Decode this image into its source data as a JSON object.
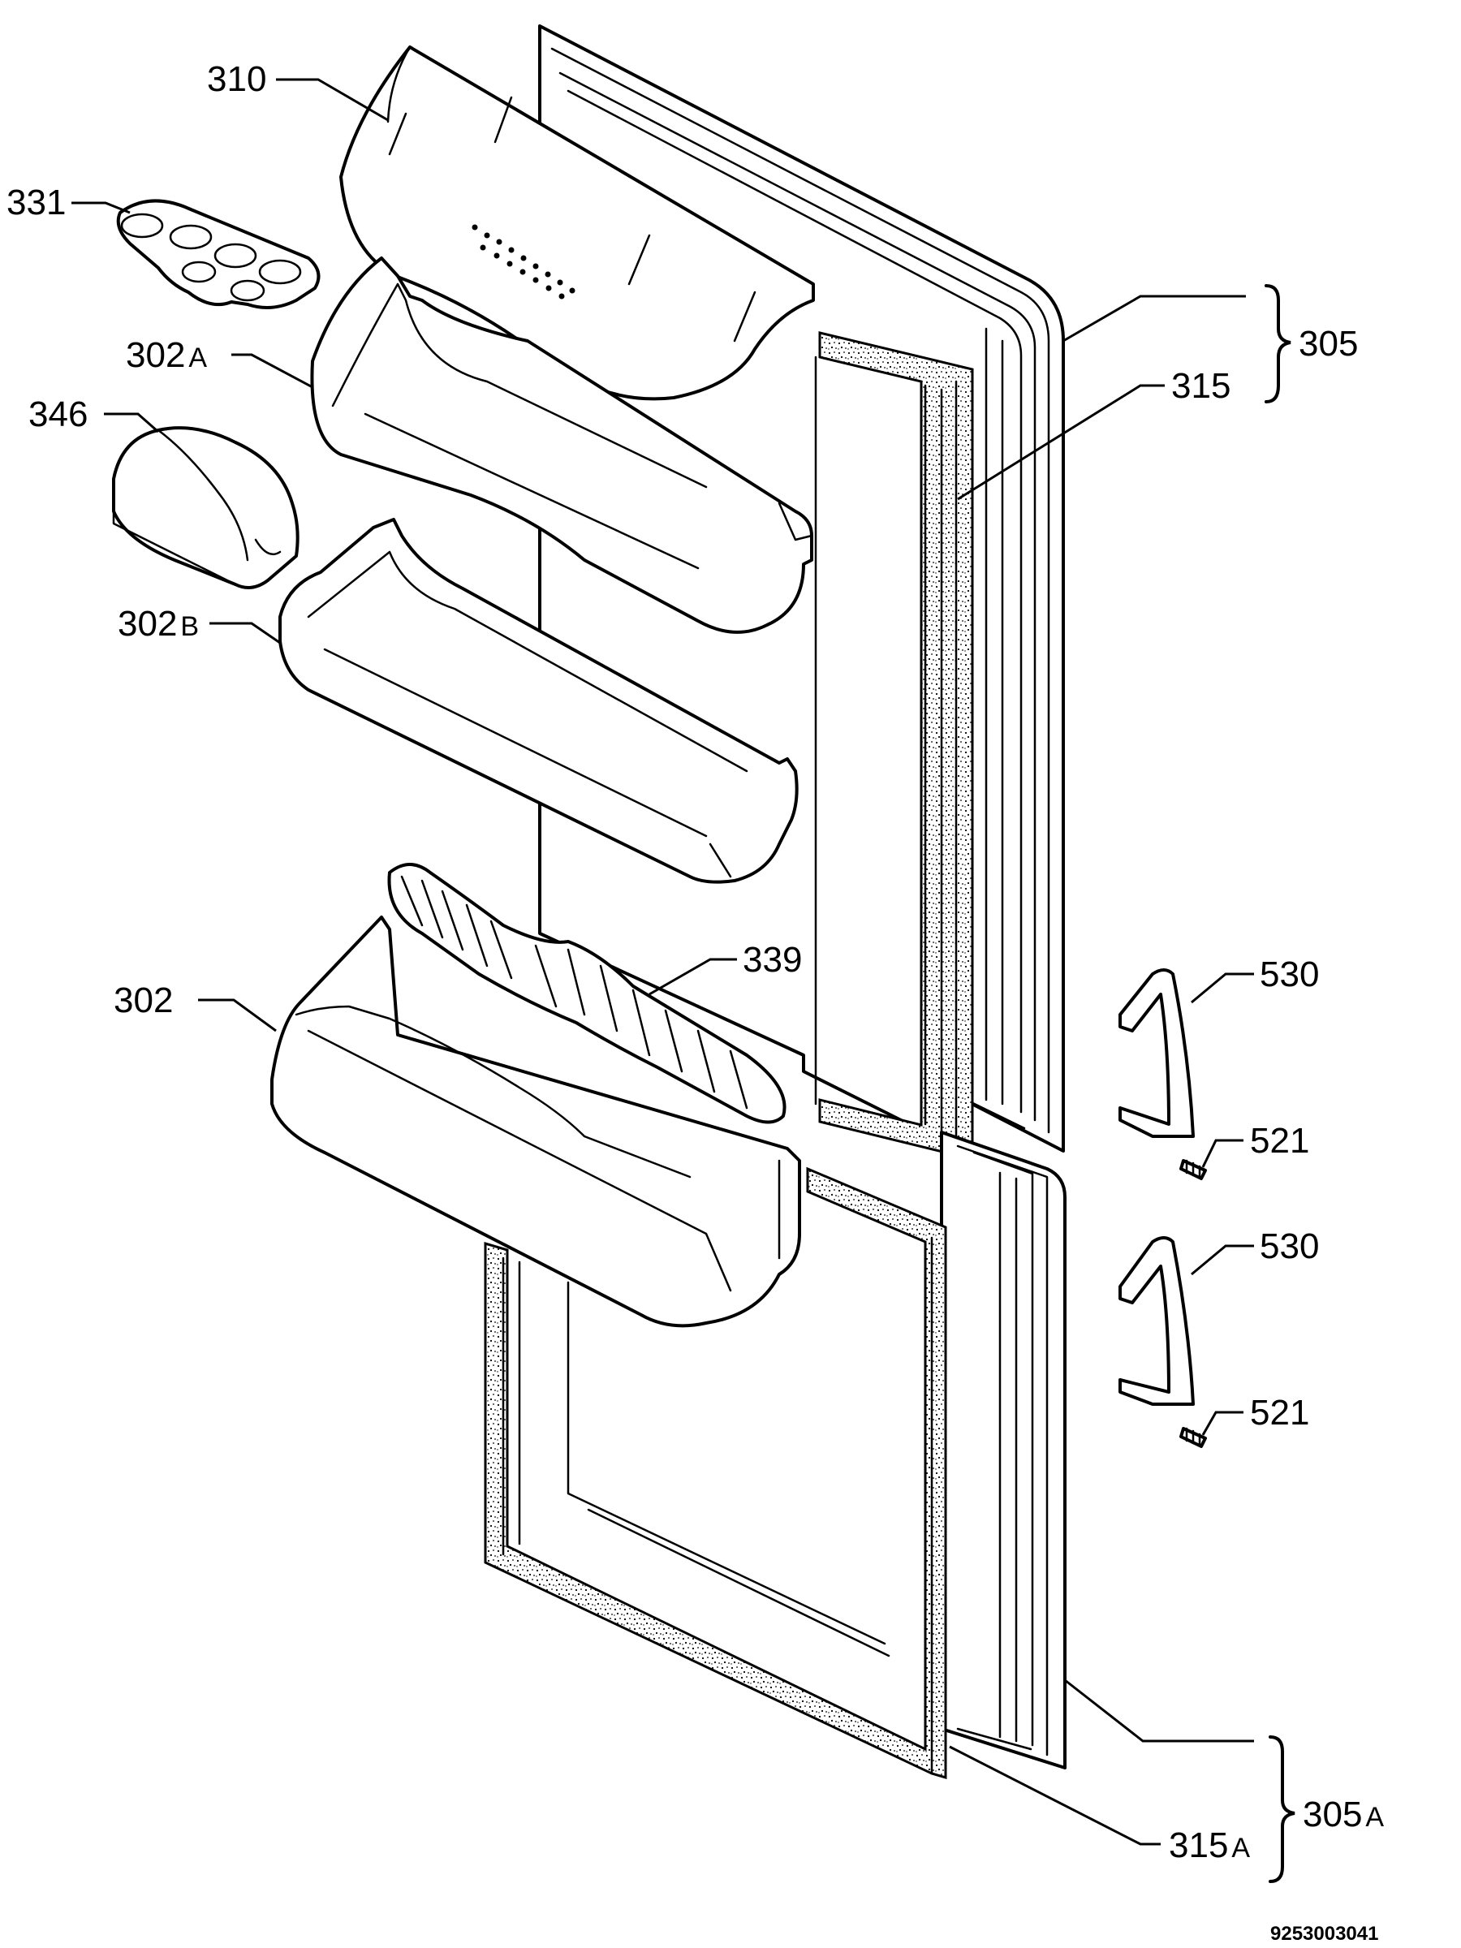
{
  "labels": {
    "l310": "310",
    "l331": "331",
    "l302a": "302",
    "l302a_sub": "A",
    "l346": "346",
    "l302b": "302",
    "l302b_sub": "B",
    "l302": "302",
    "l339": "339",
    "l305": "305",
    "l315": "315",
    "l530_top": "530",
    "l521_top": "521",
    "l530_bottom": "530",
    "l521_bottom": "521",
    "l305a": "305",
    "l305a_sub": "A",
    "l315a": "315",
    "l315a_sub": "A"
  },
  "drawing_code": "9253003041"
}
